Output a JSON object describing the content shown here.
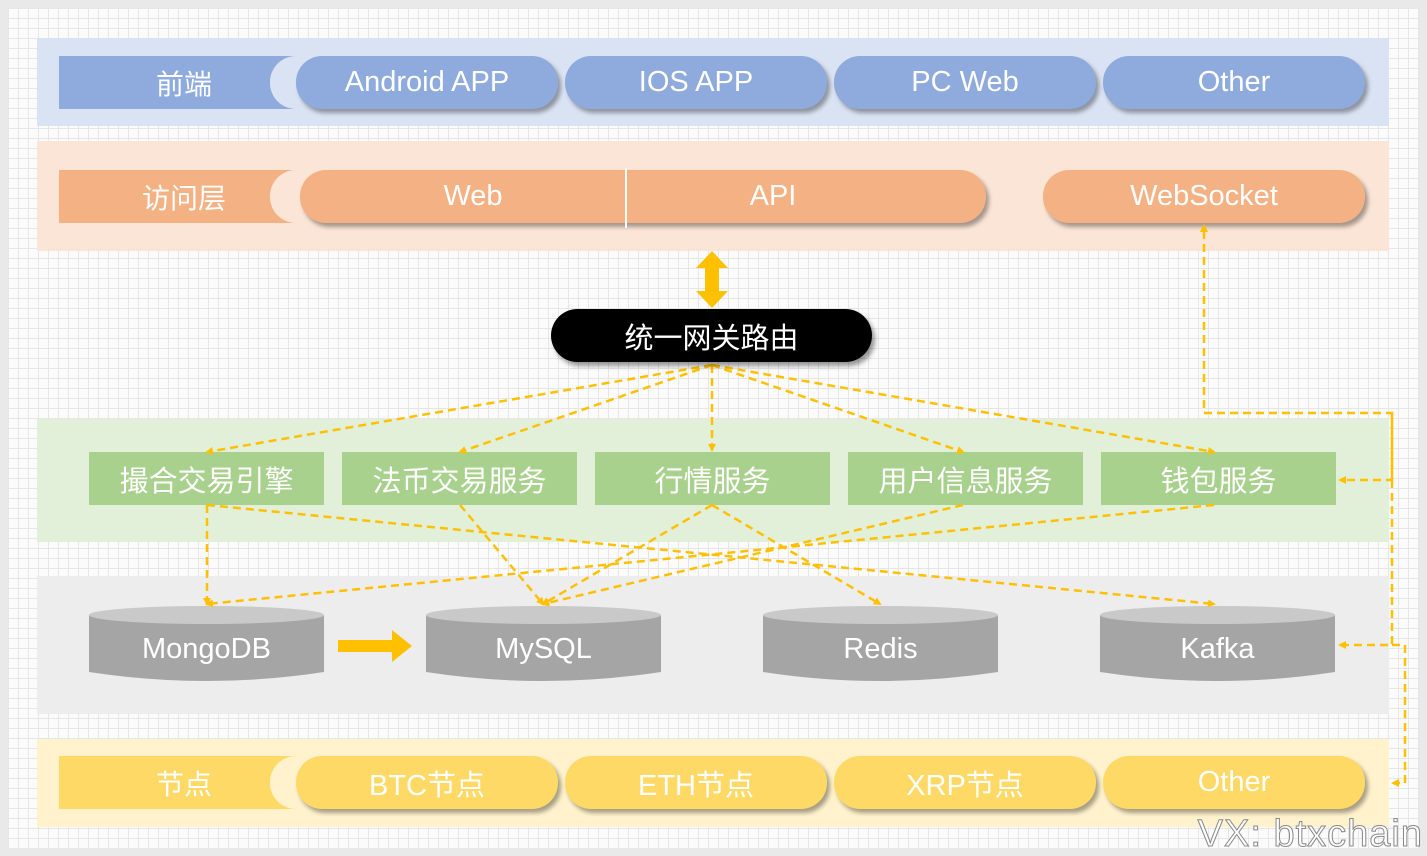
{
  "frontend": {
    "label": "前端",
    "items": [
      "Android APP",
      "IOS APP",
      "PC Web",
      "Other"
    ]
  },
  "access": {
    "label": "访问层",
    "web": "Web",
    "api": "API",
    "websocket": "WebSocket"
  },
  "gateway": "统一网关路由",
  "services": [
    "撮合交易引擎",
    "法币交易服务",
    "行情服务",
    "用户信息服务",
    "钱包服务"
  ],
  "databases": [
    "MongoDB",
    "MySQL",
    "Redis",
    "Kafka"
  ],
  "nodes": {
    "label": "节点",
    "items": [
      "BTC节点",
      "ETH节点",
      "XRP节点",
      "Other"
    ]
  },
  "watermark": "VX: btxchain",
  "colors": {
    "frontend": "#8faadc",
    "frontend_band": "#dae3f3",
    "access": "#f4b183",
    "access_band": "#fbe5d6",
    "service": "#a9d18e",
    "service_band": "#e2f0d9",
    "db": "#a5a5a5",
    "db_band": "#ededed",
    "node": "#ffd966",
    "node_band": "#fff2cc",
    "arrow": "#ffc000"
  }
}
